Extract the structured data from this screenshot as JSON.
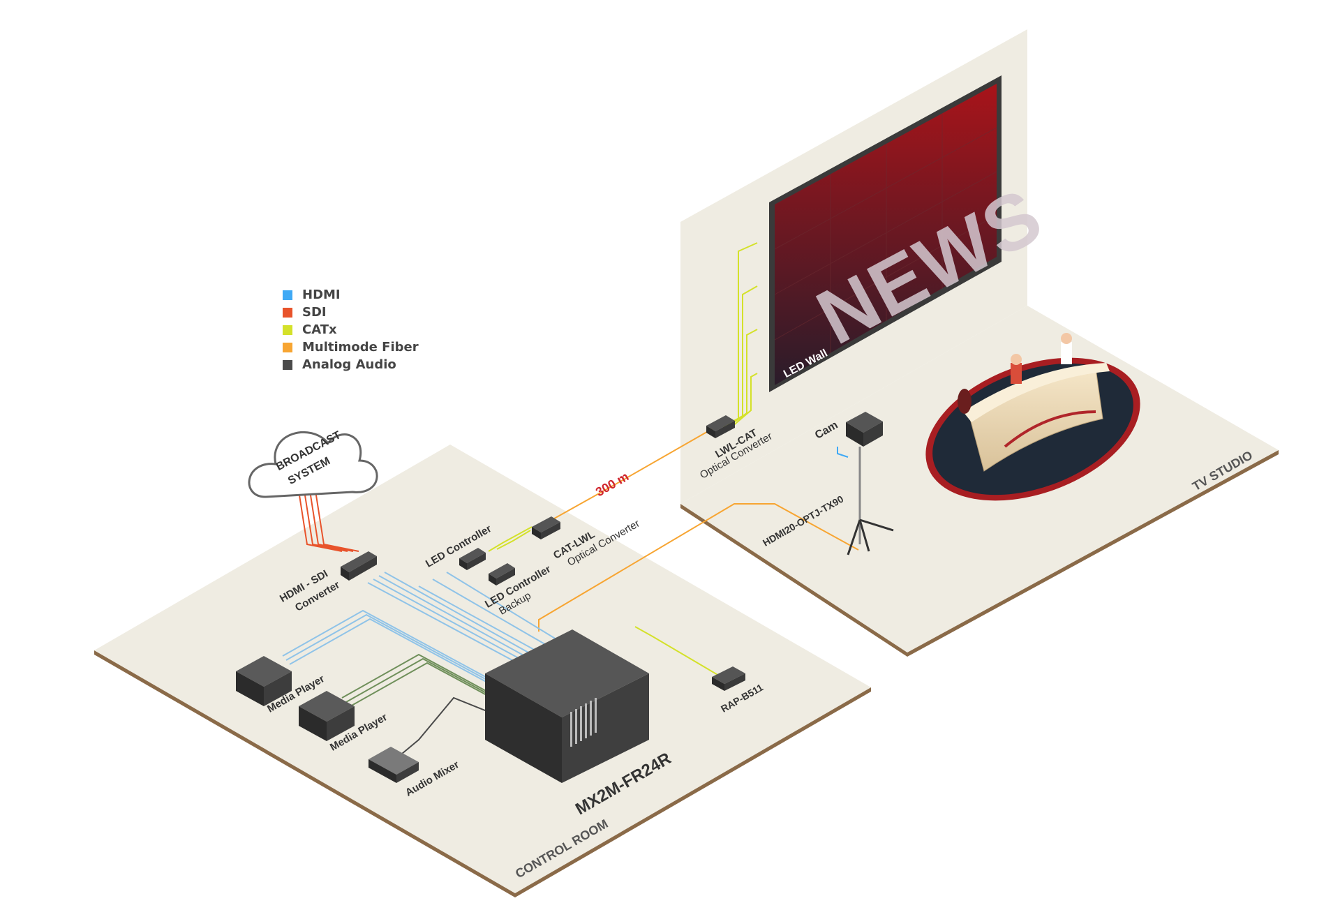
{
  "legend": [
    {
      "label": "HDMI",
      "color": "#3fa9f5"
    },
    {
      "label": "SDI",
      "color": "#e8532b"
    },
    {
      "label": "CATx",
      "color": "#d4e12a"
    },
    {
      "label": "Multimode Fiber",
      "color": "#f7a532"
    },
    {
      "label": "Analog Audio",
      "color": "#4a4a4a"
    }
  ],
  "rooms": {
    "control_room": "CONTROL ROOM",
    "tv_studio": "TV STUDIO"
  },
  "devices": {
    "broadcast_line1": "BROADCAST",
    "broadcast_line2": "SYSTEM",
    "hdmi_sdi_line1": "HDMI - SDI",
    "hdmi_sdi_line2": "Converter",
    "led_controller": "LED Controller",
    "led_backup_line1": "LED Controller",
    "led_backup_line2": "Backup",
    "cat_lwl_line1": "CAT-LWL",
    "cat_lwl_line2": "Optical Converter",
    "lwl_cat_line1": "LWL-CAT",
    "lwl_cat_line2": "Optical Converter",
    "distance": "300 m",
    "media_player_1": "Media Player",
    "media_player_2": "Media Player",
    "audio_mixer": "Audio Mixer",
    "matrix": "MX2M-FR24R",
    "rap": "RAP-B511",
    "cam": "Cam",
    "hdmi_opt": "HDMI20-OPTJ-TX90",
    "led_wall": "LED Wall",
    "news": "NEWS"
  }
}
